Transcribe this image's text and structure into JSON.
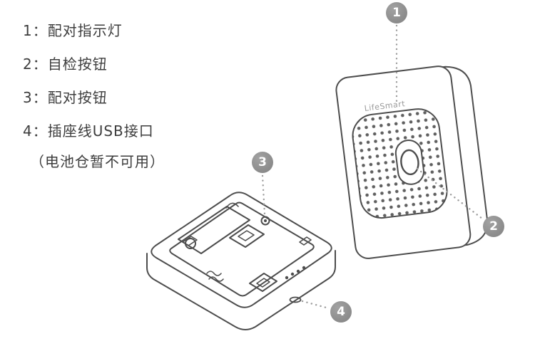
{
  "legend": {
    "items": [
      "1：配对指示灯",
      "2：自检按钮",
      "3：配对按钮",
      "4：插座线USB接口"
    ],
    "note": "（电池仓暂不可用）"
  },
  "callouts": [
    "1",
    "2",
    "3",
    "4"
  ],
  "device": {
    "brand": "LifeSmart"
  },
  "colors": {
    "outline": "#4d4d4d",
    "leader_line": "#9c9c9c",
    "badge": "#8d8d8d",
    "badge_text": "#ffffff",
    "brand_text": "#9a9a9a",
    "background": "#ffffff"
  }
}
